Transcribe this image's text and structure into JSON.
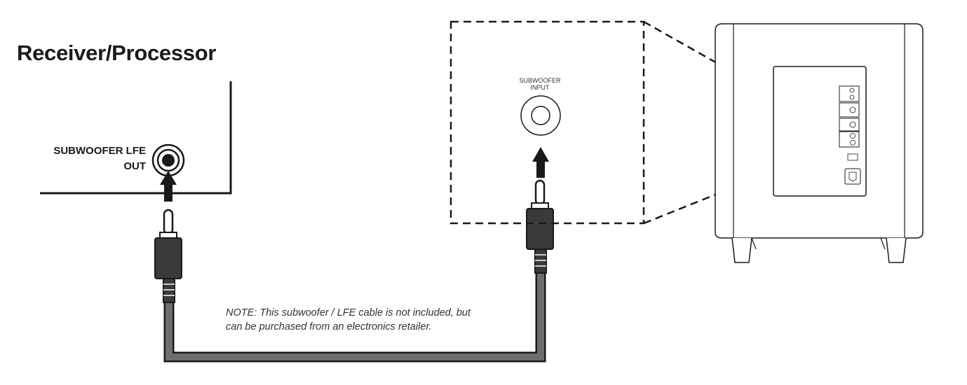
{
  "receiver": {
    "title": "Receiver/Processor",
    "lfe_out_line1": "SUBWOOFER LFE",
    "lfe_out_line2": "OUT"
  },
  "subwoofer": {
    "input_line1": "SUBWOOFER",
    "input_line2": "INPUT"
  },
  "note": {
    "line1": "NOTE: This subwoofer / LFE cable is not included, but",
    "line2": "can be purchased from an electronics retailer."
  },
  "colors": {
    "line": "#1a1a1a",
    "cable_fill": "#555555",
    "connector_fill": "#333333"
  }
}
